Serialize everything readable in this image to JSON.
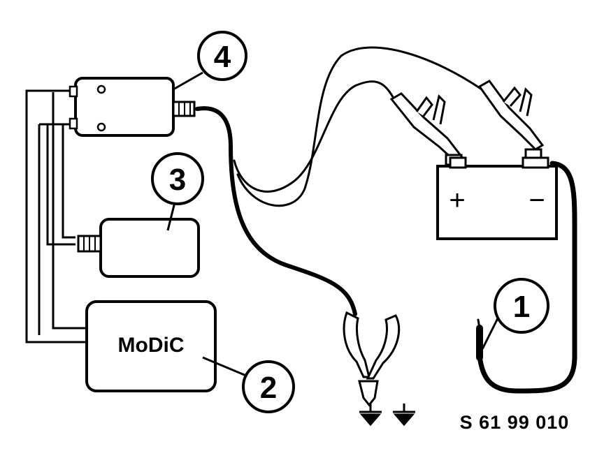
{
  "devices": {
    "tester_label": "MoDiC"
  },
  "callouts": {
    "c1": "1",
    "c2": "2",
    "c3": "3",
    "c4": "4"
  },
  "battery": {
    "plus": "+",
    "minus": "−"
  },
  "reference_code": "S 61 99 010"
}
